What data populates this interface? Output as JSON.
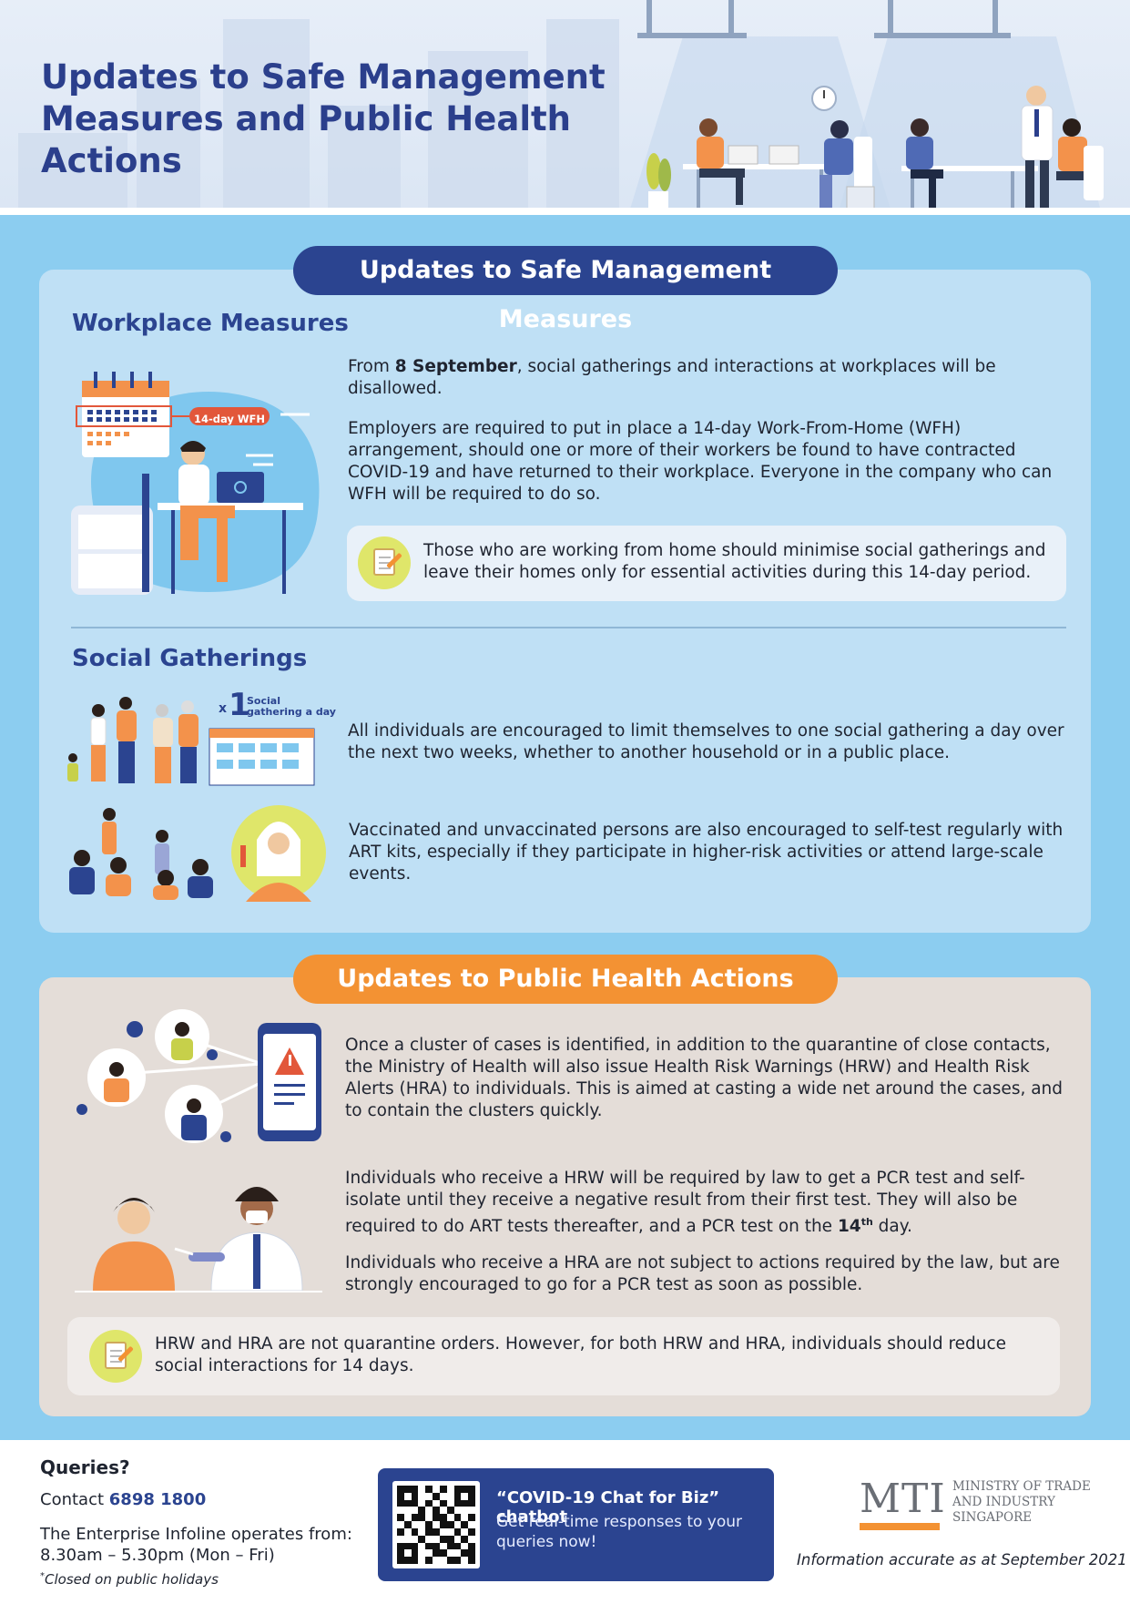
{
  "header": {
    "title": "Updates to Safe Management Measures and Public Health Actions"
  },
  "smm": {
    "pill": "Updates to Safe Management Measures",
    "workplace": {
      "heading": "Workplace Measures",
      "calendar_tag": "14-day WFH",
      "para1_prefix": "From ",
      "para1_bold": "8 September",
      "para1_suffix": ", social gatherings and interactions at workplaces will be disallowed.",
      "para2": "Employers are required to put in place a 14-day Work-From-Home (WFH) arrangement, should one or more of their workers be found to have contracted COVID-19 and have returned to their workplace.  Everyone in the company who can WFH will be required to do so.",
      "note": "Those who are working from home should minimise social gatherings and leave their homes only for essential activities during this 14-day period."
    },
    "social": {
      "heading": "Social Gatherings",
      "badge_x": "x",
      "badge_num": "1",
      "badge_label": "Social gathering a day",
      "para1": "All individuals are encouraged to limit themselves to one social gathering a day over the next two weeks, whether to another household or in a public place.",
      "para2": "Vaccinated and unvaccinated persons are also encouraged to self-test regularly with ART kits, especially if they participate in higher-risk activities or attend large-scale events."
    }
  },
  "pha": {
    "pill": "Updates to Public Health Actions",
    "para1": "Once a cluster of cases is identified, in addition to the quarantine of close contacts, the Ministry of Health will also issue Health Risk Warnings (HRW) and Health Risk Alerts (HRA) to individuals. This is aimed at casting a wide net around the cases, and to contain the clusters quickly.",
    "para2_main": "Individuals who receive a HRW will be required by law to get a PCR test and self-isolate until they receive a negative result from their first test. They will also be required to do ART tests thereafter, and a PCR test on the ",
    "para2_bold": "14",
    "para2_sup": "th",
    "para2_end": " day.",
    "para3": "Individuals who receive a HRA are not subject to actions required by the law, but are strongly encouraged to go for a PCR test as soon as possible.",
    "note": "HRW and HRA are not quarantine orders. However, for both HRW and HRA, individuals should reduce social interactions for 14 days."
  },
  "footer": {
    "queries": "Queries?",
    "contact_prefix": "Contact ",
    "contact_number": "6898 1800",
    "infoline": "The Enterprise Infoline operates from:",
    "hours": "8.30am – 5.30pm (Mon – Fri)",
    "closed_mark": "*",
    "closed": "Closed on public holidays",
    "chat_title": "“COVID-19 Chat for Biz” chatbot",
    "chat_sub": "Get real-time responses to your queries now!",
    "mti_mark": "MTI",
    "mti_line1": "MINISTRY OF TRADE",
    "mti_line2": "AND INDUSTRY",
    "mti_line3": "SINGAPORE",
    "accurate": "Information accurate as at September 2021"
  },
  "colors": {
    "navy": "#2b4490",
    "orange": "#f39233",
    "sky": "#8ccdf0",
    "card_blue": "#bfe0f5",
    "card_beige": "#e4ddd8"
  }
}
